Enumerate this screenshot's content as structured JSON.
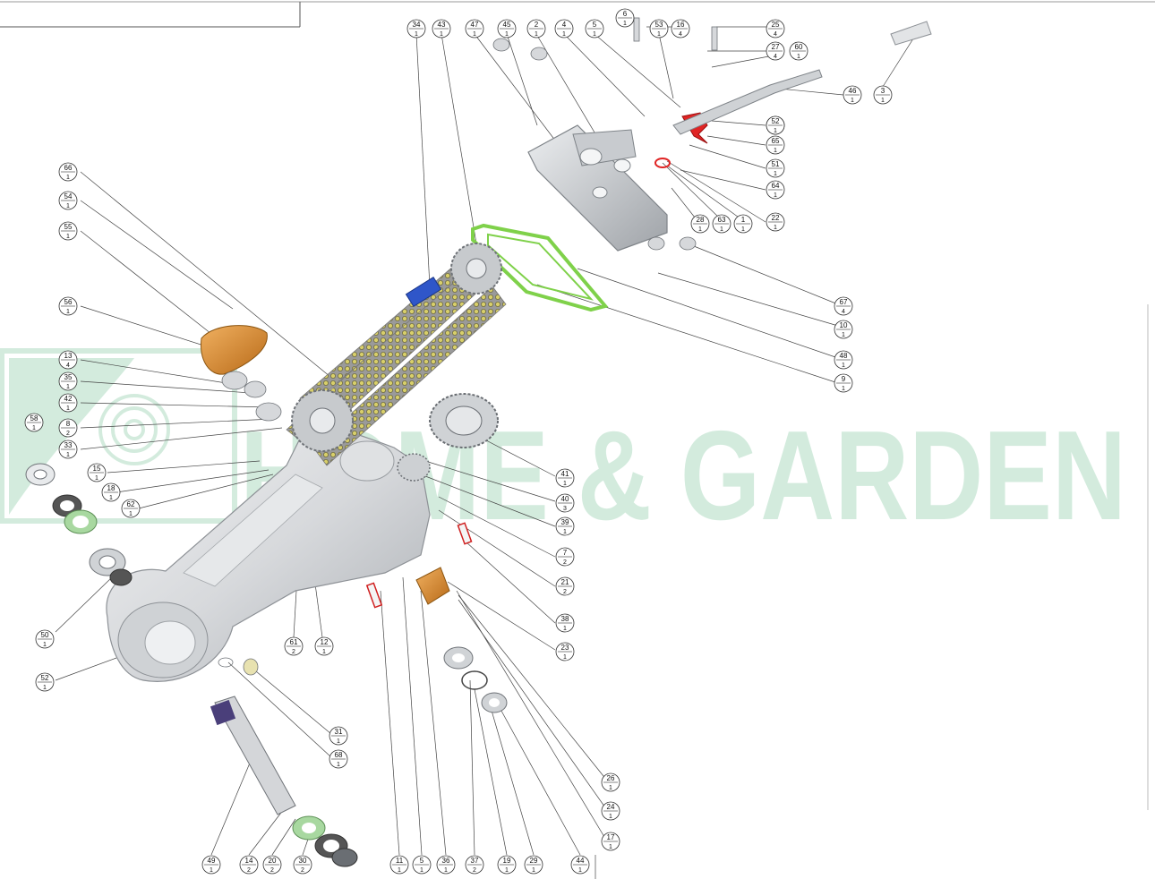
{
  "watermark": {
    "text": "HOME & GARDEN",
    "color": "#3aa86a"
  },
  "colors": {
    "housing": "#d9dbde",
    "housing_dark": "#a7abb0",
    "gasket_green": "#7fd14a",
    "chain": "#bdb24a",
    "orange_part": "#d4892a",
    "blue_part": "#2f56c9",
    "red_part": "#e02424",
    "seal_green": "#a8d8a0",
    "leader": "#333333"
  },
  "callouts": [
    {
      "id": "c34",
      "num": "34",
      "qty": "1"
    },
    {
      "id": "c43",
      "num": "43",
      "qty": "1"
    },
    {
      "id": "c47",
      "num": "47",
      "qty": "1"
    },
    {
      "id": "c45",
      "num": "45",
      "qty": "1"
    },
    {
      "id": "c2",
      "num": "2",
      "qty": "1"
    },
    {
      "id": "c4",
      "num": "4",
      "qty": "1"
    },
    {
      "id": "c5",
      "num": "5",
      "qty": "1"
    },
    {
      "id": "c6",
      "num": "6",
      "qty": "1"
    },
    {
      "id": "c53",
      "num": "53",
      "qty": "1"
    },
    {
      "id": "c16",
      "num": "16",
      "qty": "4"
    },
    {
      "id": "c25",
      "num": "25",
      "qty": "4"
    },
    {
      "id": "c27",
      "num": "27",
      "qty": "4"
    },
    {
      "id": "c60",
      "num": "60",
      "qty": "1"
    },
    {
      "id": "c46",
      "num": "46",
      "qty": "1"
    },
    {
      "id": "c3",
      "num": "3",
      "qty": "1"
    },
    {
      "id": "c51a",
      "num": "51",
      "qty": "1"
    },
    {
      "id": "c52a",
      "num": "52",
      "qty": "1"
    },
    {
      "id": "c65",
      "num": "65",
      "qty": "1"
    },
    {
      "id": "c51b",
      "num": "51",
      "qty": "1"
    },
    {
      "id": "c64",
      "num": "64",
      "qty": "1"
    },
    {
      "id": "c22",
      "num": "22",
      "qty": "1"
    },
    {
      "id": "c28",
      "num": "28",
      "qty": "1"
    },
    {
      "id": "c63",
      "num": "63",
      "qty": "1"
    },
    {
      "id": "c1",
      "num": "1",
      "qty": "1"
    },
    {
      "id": "c67",
      "num": "67",
      "qty": "4"
    },
    {
      "id": "c10",
      "num": "10",
      "qty": "1"
    },
    {
      "id": "c48",
      "num": "48",
      "qty": "1"
    },
    {
      "id": "c9",
      "num": "9",
      "qty": "1"
    },
    {
      "id": "c66",
      "num": "66",
      "qty": "1"
    },
    {
      "id": "c54",
      "num": "54",
      "qty": "1"
    },
    {
      "id": "c55",
      "num": "55",
      "qty": "1"
    },
    {
      "id": "c56",
      "num": "56",
      "qty": "1"
    },
    {
      "id": "c13",
      "num": "13",
      "qty": "4"
    },
    {
      "id": "c35",
      "num": "35",
      "qty": "1"
    },
    {
      "id": "c42",
      "num": "42",
      "qty": "1"
    },
    {
      "id": "c8",
      "num": "8",
      "qty": "2"
    },
    {
      "id": "c33",
      "num": "33",
      "qty": "1"
    },
    {
      "id": "c58",
      "num": "58",
      "qty": "1"
    },
    {
      "id": "c15",
      "num": "15",
      "qty": "1"
    },
    {
      "id": "c18",
      "num": "18",
      "qty": "1"
    },
    {
      "id": "c62",
      "num": "62",
      "qty": "1"
    },
    {
      "id": "c41",
      "num": "41",
      "qty": "1"
    },
    {
      "id": "c40",
      "num": "40",
      "qty": "3"
    },
    {
      "id": "c39",
      "num": "39",
      "qty": "1"
    },
    {
      "id": "c7",
      "num": "7",
      "qty": "2"
    },
    {
      "id": "c21",
      "num": "21",
      "qty": "2"
    },
    {
      "id": "c38",
      "num": "38",
      "qty": "1"
    },
    {
      "id": "c23",
      "num": "23",
      "qty": "1"
    },
    {
      "id": "c61",
      "num": "61",
      "qty": "2"
    },
    {
      "id": "c12",
      "num": "12",
      "qty": "1"
    },
    {
      "id": "c50",
      "num": "50",
      "qty": "1"
    },
    {
      "id": "c52b",
      "num": "52",
      "qty": "1"
    },
    {
      "id": "c31",
      "num": "31",
      "qty": "1"
    },
    {
      "id": "c68",
      "num": "68",
      "qty": "1"
    },
    {
      "id": "c26",
      "num": "26",
      "qty": "1"
    },
    {
      "id": "c24",
      "num": "24",
      "qty": "1"
    },
    {
      "id": "c17",
      "num": "17",
      "qty": "1"
    },
    {
      "id": "c49",
      "num": "49",
      "qty": "1"
    },
    {
      "id": "c14",
      "num": "14",
      "qty": "2"
    },
    {
      "id": "c20",
      "num": "20",
      "qty": "2"
    },
    {
      "id": "c30",
      "num": "30",
      "qty": "2"
    },
    {
      "id": "c11",
      "num": "11",
      "qty": "1"
    },
    {
      "id": "c5b",
      "num": "5",
      "qty": "1"
    },
    {
      "id": "c36",
      "num": "36",
      "qty": "1"
    },
    {
      "id": "c37",
      "num": "37",
      "qty": "2"
    },
    {
      "id": "c19",
      "num": "19",
      "qty": "1"
    },
    {
      "id": "c29",
      "num": "29",
      "qty": "1"
    },
    {
      "id": "c44",
      "num": "44",
      "qty": "1"
    }
  ]
}
